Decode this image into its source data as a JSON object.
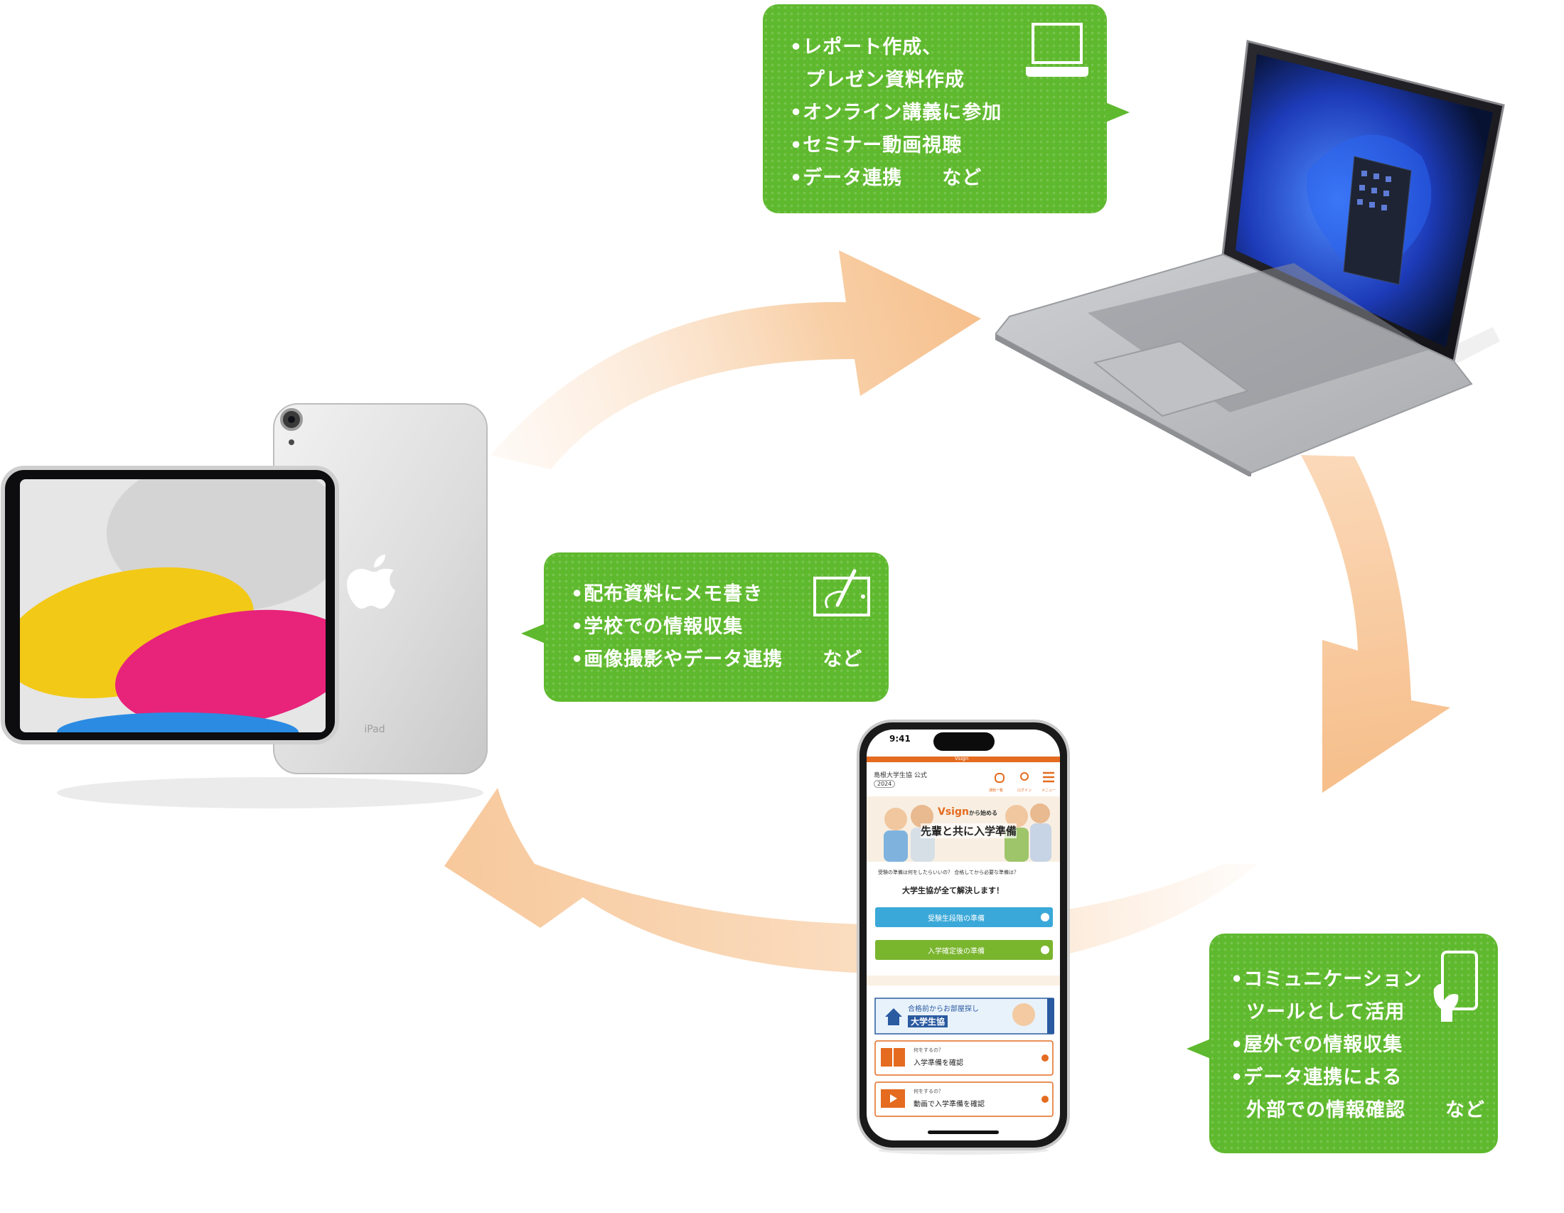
{
  "colors": {
    "bubble_green": "#5fb92e",
    "arrow_orange": "#f6bf8c",
    "site_orange": "#e46b1f",
    "button_blue": "#3aa8d8",
    "button_green": "#7ab52e"
  },
  "icons": {
    "laptop": "laptop-icon",
    "tablet": "tablet-pen-icon",
    "phone": "phone-hand-icon"
  },
  "bubbles": {
    "laptop": {
      "items": [
        "レポート作成、",
        "プレゼン資料作成",
        "オンライン講義に参加",
        "セミナー動画視聴",
        "データ連携　　など"
      ]
    },
    "tablet": {
      "items": [
        "配布資料にメモ書き",
        "学校での情報収集",
        "画像撮影やデータ連携　　など"
      ]
    },
    "phone": {
      "items": [
        "コミュニケーション",
        "ツールとして活用",
        "屋外での情報収集",
        "データ連携による",
        "外部での情報確認　　など"
      ]
    }
  },
  "tablet_device": {
    "label": "iPad"
  },
  "phone_screen": {
    "time": "9:41",
    "brand": "Vsign",
    "site_title": "島根大学生協 公式",
    "year": "2024",
    "header_icons": [
      "通知一覧",
      "ログイン",
      "メニュー"
    ],
    "hero_brand": "Vsign",
    "hero_brand_suffix": "から始める",
    "hero_title": "先輩と共に入学準備",
    "question": "受験の準備は何をしたらいいの？ 合格してから必要な準備は？",
    "tagline": "大学生協が全て解決します！",
    "button_exam": "受験生段階の準備",
    "button_admitted": "入学確定後の準備",
    "banner_line1": "合格前からお部屋探し",
    "banner_line2": "大学生協",
    "card1_small": "何をするの？",
    "card1_main": "入学準備を確認",
    "card2_small": "何をするの？",
    "card2_main": "動画で入学準備を確認"
  }
}
